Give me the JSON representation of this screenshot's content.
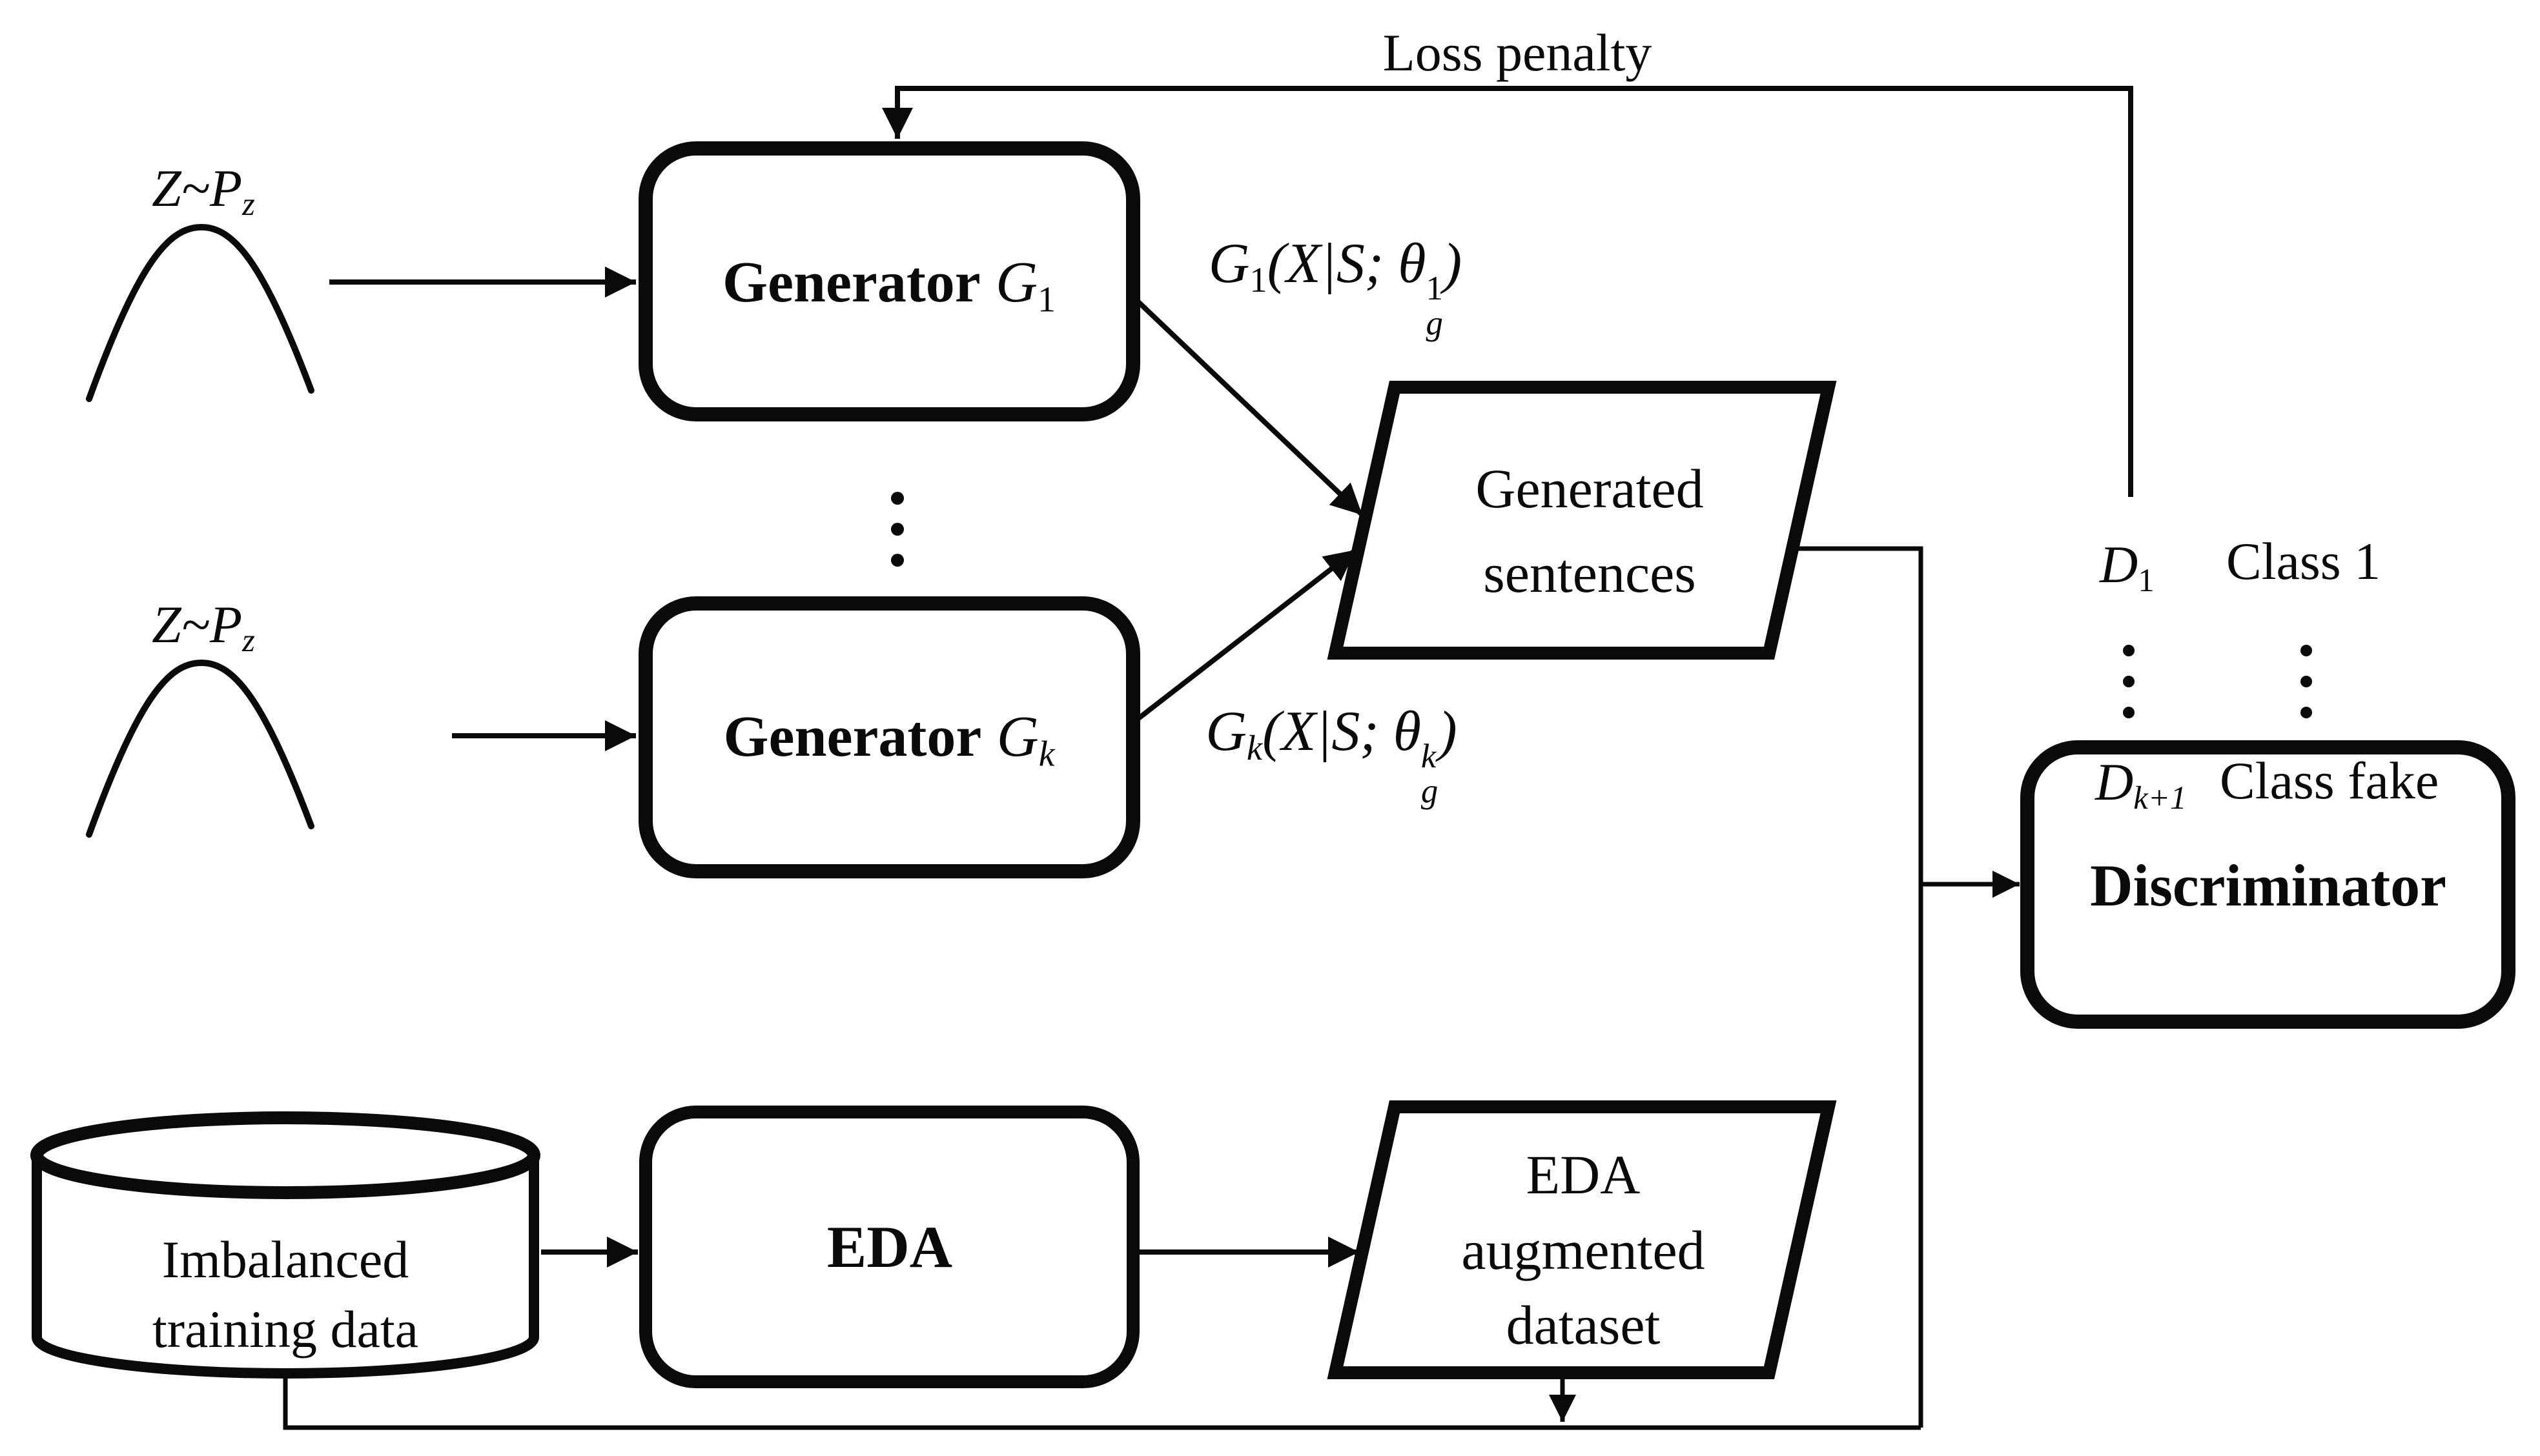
{
  "colors": {
    "ink": "#0a0a0a",
    "background": "#ffffff"
  },
  "loss": {
    "label": "Loss penalty"
  },
  "noise_top": {
    "main": "Z~P",
    "sub": "z"
  },
  "noise_bottom": {
    "main": "Z~P",
    "sub": "z"
  },
  "generator_1": {
    "name": "Generator",
    "var": "G",
    "sub": "1"
  },
  "generator_k": {
    "name": "Generator",
    "var": "G",
    "sub": "k"
  },
  "g1_output": {
    "g": "G",
    "g_sub": "1",
    "mid": "(X|S; θ",
    "sup": "1",
    "sub": "g",
    "close": ")"
  },
  "gk_output": {
    "g": "G",
    "g_sub": "k",
    "mid": "(X|S; θ",
    "sup": "k",
    "sub": "g",
    "close": ")"
  },
  "generated": {
    "line1": "Generated",
    "line2": "sentences"
  },
  "outputs": {
    "d1": {
      "var": "D",
      "sub": "1",
      "label": "Class 1"
    },
    "dk": {
      "var": "D",
      "sub": "k+1",
      "label": "Class fake"
    }
  },
  "discriminator": {
    "label": "Discriminator"
  },
  "training_data": {
    "line1": "Imbalanced",
    "line2": "training data"
  },
  "eda": {
    "label": "EDA"
  },
  "eda_dataset": {
    "line1": "EDA",
    "line2": "augmented",
    "line3": "dataset"
  }
}
